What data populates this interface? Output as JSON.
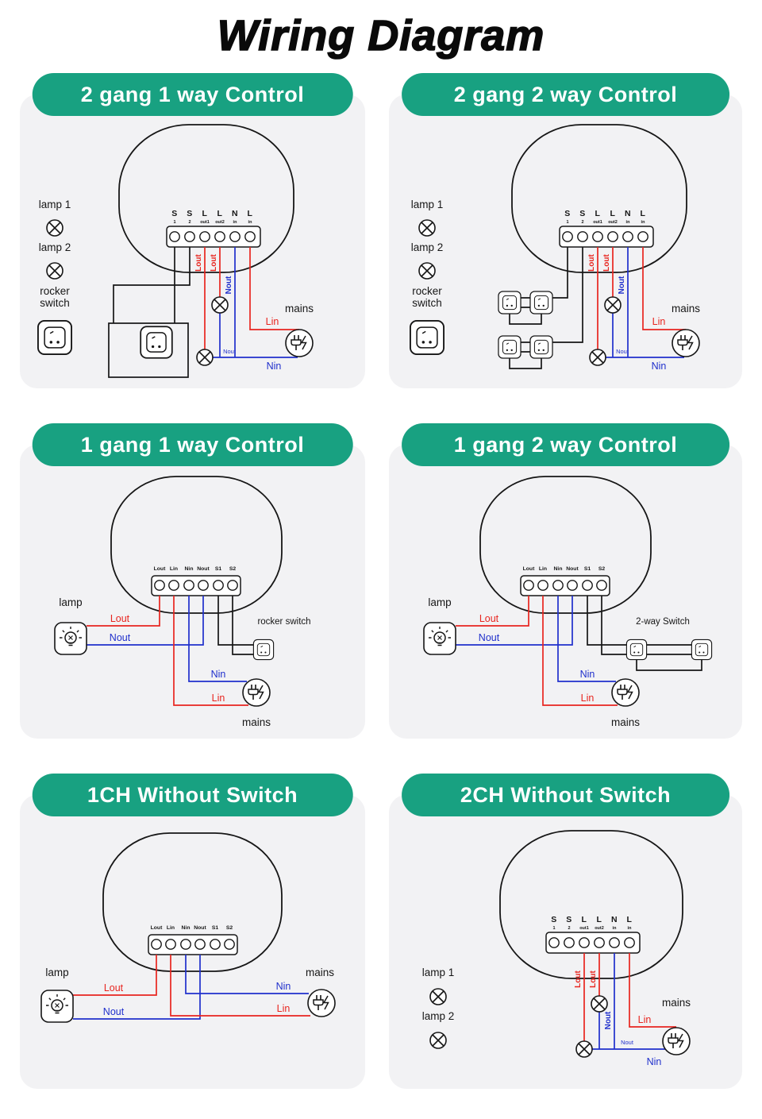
{
  "title": "Wiring Diagram",
  "colors": {
    "header_green": "#18A181",
    "panel_gray": "#F2F2F4",
    "wire_red": "#E8251F",
    "wire_blue": "#2030CC",
    "ink": "#161616"
  },
  "panels": [
    {
      "header": "2 gang 1 way Control",
      "terminals": [
        "S",
        "S",
        "L",
        "L",
        "N",
        "L"
      ],
      "terminal_subs": [
        "1",
        "2",
        "out1",
        "out2",
        "in",
        "in"
      ],
      "legend_lamp1": "lamp 1",
      "legend_lamp2": "lamp 2",
      "legend_switch_line1": "rocker",
      "legend_switch_line2": "switch",
      "wire_lout1": "Lout",
      "wire_lout2": "Lout",
      "wire_nout_vertical": "Nout",
      "wire_nout_small": "Nout",
      "wire_lin": "Lin",
      "wire_nin": "Nin",
      "mains": "mains"
    },
    {
      "header": "2 gang 2 way Control",
      "terminals": [
        "S",
        "S",
        "L",
        "L",
        "N",
        "L"
      ],
      "terminal_subs": [
        "1",
        "2",
        "out1",
        "out2",
        "in",
        "in"
      ],
      "legend_lamp1": "lamp 1",
      "legend_lamp2": "lamp 2",
      "legend_switch_line1": "rocker",
      "legend_switch_line2": "switch",
      "wire_lout1": "Lout",
      "wire_lout2": "Lout",
      "wire_nout_vertical": "Nout",
      "wire_nout_small": "Nout",
      "wire_lin": "Lin",
      "wire_nin": "Nin",
      "mains": "mains"
    },
    {
      "header": "1 gang 1 way Control",
      "terminals": [
        "Lout",
        "Lin",
        "Nin",
        "Nout",
        "S1",
        "S2"
      ],
      "legend_lamp": "lamp",
      "switch_label": "rocker switch",
      "wire_lout": "Lout",
      "wire_nout": "Nout",
      "wire_nin": "Nin",
      "wire_lin": "Lin",
      "mains": "mains"
    },
    {
      "header": "1 gang 2 way Control",
      "terminals": [
        "Lout",
        "Lin",
        "Nin",
        "Nout",
        "S1",
        "S2"
      ],
      "legend_lamp": "lamp",
      "switch_label": "2-way Switch",
      "wire_lout": "Lout",
      "wire_nout": "Nout",
      "wire_nin": "Nin",
      "wire_lin": "Lin",
      "mains": "mains"
    },
    {
      "header": "1CH Without Switch",
      "terminals": [
        "Lout",
        "Lin",
        "Nin",
        "Nout",
        "S1",
        "S2"
      ],
      "legend_lamp": "lamp",
      "wire_lout": "Lout",
      "wire_nout": "Nout",
      "wire_nin": "Nin",
      "wire_lin": "Lin",
      "mains": "mains"
    },
    {
      "header": "2CH Without Switch",
      "terminals": [
        "S",
        "S",
        "L",
        "L",
        "N",
        "L"
      ],
      "terminal_subs": [
        "1",
        "2",
        "out1",
        "out2",
        "in",
        "in"
      ],
      "legend_lamp1": "lamp 1",
      "legend_lamp2": "lamp 2",
      "wire_lout1": "Lout",
      "wire_lout2": "Lout",
      "wire_nout_vertical": "Nout",
      "wire_nout_small": "Nout",
      "wire_lin": "Lin",
      "wire_nin": "Nin",
      "mains": "mains"
    }
  ]
}
